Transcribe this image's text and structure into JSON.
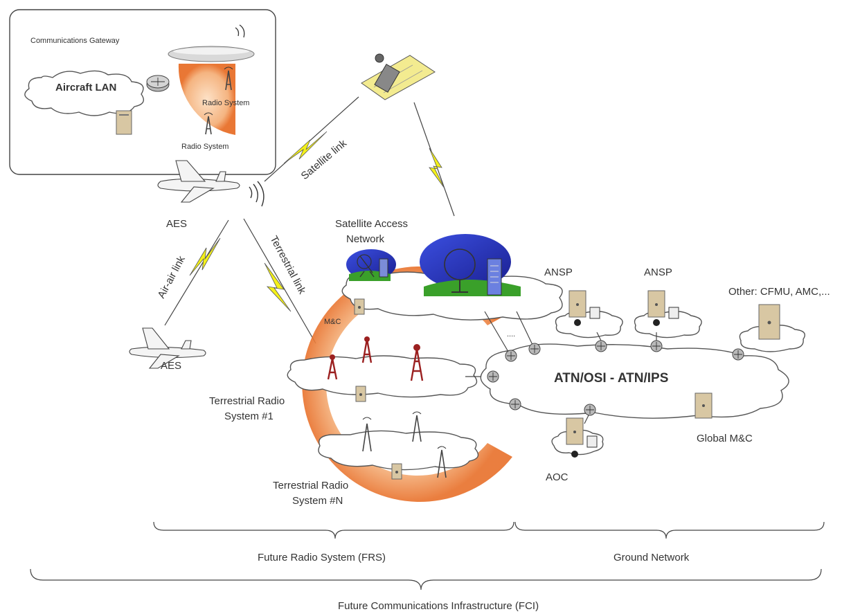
{
  "labels": {
    "communications_gateway": "Communications Gateway",
    "aircraft_lan": "Aircraft LAN",
    "radio_system_1": "Radio System",
    "radio_system_2": "Radio System",
    "aes_top": "AES",
    "aes_bottom": "AES",
    "satellite_link": "Satellite link",
    "air_air_link": "Air-air link",
    "terrestrial_link": "Terrestrial link",
    "satellite_access_line1": "Satellite Access",
    "satellite_access_line2": "Network",
    "m_and_c": "M&C",
    "ansp_1": "ANSP",
    "ansp_2": "ANSP",
    "other": "Other: CFMU, AMC,...",
    "atn": "ATN/OSI - ATN/IPS",
    "trs1_line1": "Terrestrial Radio",
    "trs1_line2": "System #1",
    "trsn_line1": "Terrestrial Radio",
    "trsn_line2": "System #N",
    "global_mc": "Global M&C",
    "aoc": "AOC",
    "dots": "....",
    "frs": "Future Radio System (FRS)",
    "ground_network": "Ground Network",
    "fci": "Future Communications Infrastructure (FCI)"
  },
  "colors": {
    "lightning": "#f3f01a",
    "coverage": "#f4b07a",
    "coverage_edge": "#e8702a",
    "dish_blue": "#2233c8",
    "grass": "#3aa02a",
    "server_beige": "#d8c7a3",
    "tower_red": "#9b2020"
  },
  "icons": [
    "router-icon",
    "server-icon",
    "radio-tower-icon",
    "airplane-icon",
    "satellite-icon",
    "satellite-dish-icon",
    "workstation-icon",
    "zeppelin-icon"
  ]
}
